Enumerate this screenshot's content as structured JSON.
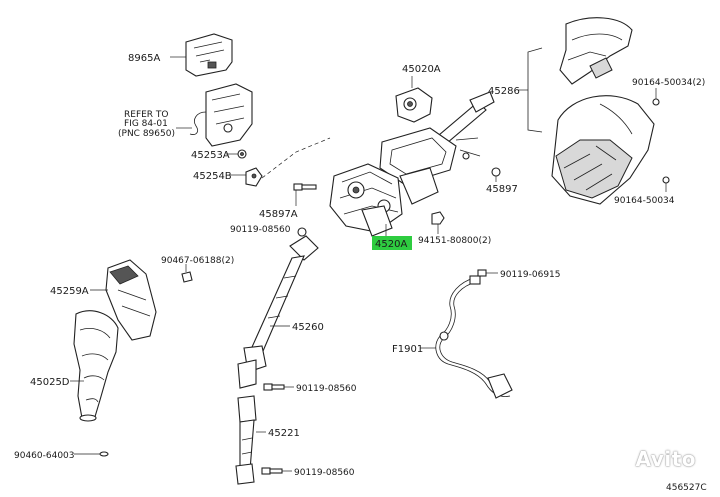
{
  "labels": {
    "p8965A": "8965A",
    "refer": [
      "REFER TO",
      "FIG 84-01",
      "(PNC 89650)"
    ],
    "p45253A": "45253A",
    "p45254B": "45254B",
    "p45020A": "45020A",
    "p45286": "45286",
    "p90164_50034_2": "90164-50034(2)",
    "p90164_50034": "90164-50034",
    "p45897": "45897",
    "p45897A": "45897A",
    "p90119_08560_top": "90119-08560",
    "p4520A": "4520A",
    "p94151": "94151-80800(2)",
    "p90467": "90467-06188(2)",
    "p45259A": "45259A",
    "p90119_06915": "90119-06915",
    "p45260": "45260",
    "pF1901": "F1901",
    "p45025D": "45025D",
    "p90119_08560_mid": "90119-08560",
    "p45221": "45221",
    "p90460": "90460-64003",
    "p90119_08560_bot": "90119-08560",
    "fig_code": "456527C"
  },
  "watermark": "Avito",
  "colors": {
    "highlight": "#2ecc40",
    "line": "#222222"
  }
}
